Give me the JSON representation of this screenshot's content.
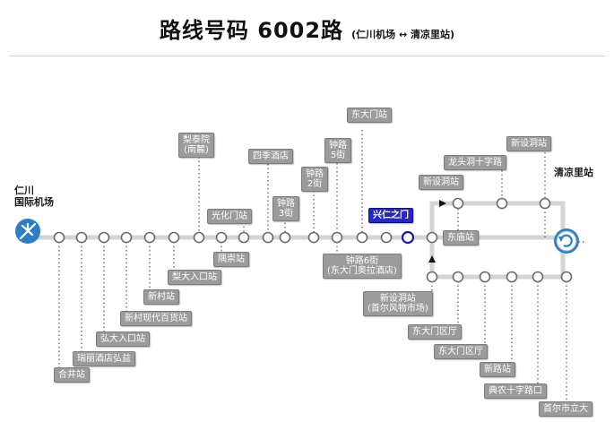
{
  "header": {
    "title": "路线号码 6002路",
    "subtitle": "(仁川机场 ↔ 清凉里站)"
  },
  "terminals": {
    "start": {
      "label": "仁川\n国际机场",
      "icon": "airplane-icon"
    },
    "end": {
      "label": "清凉里站",
      "icon": "turnaround-icon"
    }
  },
  "current_stop": "兴仁之门",
  "colors": {
    "line": "#d4d4d4",
    "station_fill": "#ffffff",
    "station_stroke": "#6b6b6b",
    "label_bg": "#9b9b9b",
    "current_bg": "#2626c2",
    "terminal_icon": "#2c7fc6"
  },
  "labels": [
    "合井站",
    "瑞丽酒店弘益",
    "弘大入口站",
    "新村现代百货站",
    "新村站",
    "梨大入口站",
    "梨泰院\n(南麓)",
    "隅崇站",
    "光化门站",
    "四季酒店",
    "钟路\n3街",
    "钟路\n2街",
    "钟路\n5街",
    "东大门站",
    "钟路6街\n(东大门奥拉酒店)",
    "兴仁之门",
    "东庙站",
    "新设洞站",
    "龙头洞十字路",
    "新设洞站",
    "新设洞站\n(首尔风物市场)",
    "东大门区厅",
    "东大门区厅",
    "新路站",
    "典农十字路口",
    "首尔市立大"
  ]
}
